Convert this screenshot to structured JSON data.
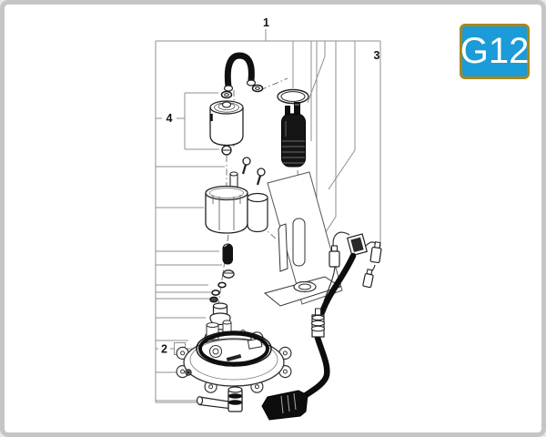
{
  "badge": {
    "label": "G12"
  },
  "diagram": {
    "callouts": [
      {
        "id": "1"
      },
      {
        "id": "2"
      },
      {
        "id": "3"
      },
      {
        "id": "4"
      }
    ]
  },
  "colors": {
    "badge-bg": "#1B9BD7",
    "badge-border": "#A8861B",
    "badge-text": "#FFFFFF",
    "card-bg": "#FFFFFF",
    "card-border": "#C5C5C5",
    "ink": "#141414",
    "frame": "#8F8F8F",
    "centerline": "#666666"
  }
}
